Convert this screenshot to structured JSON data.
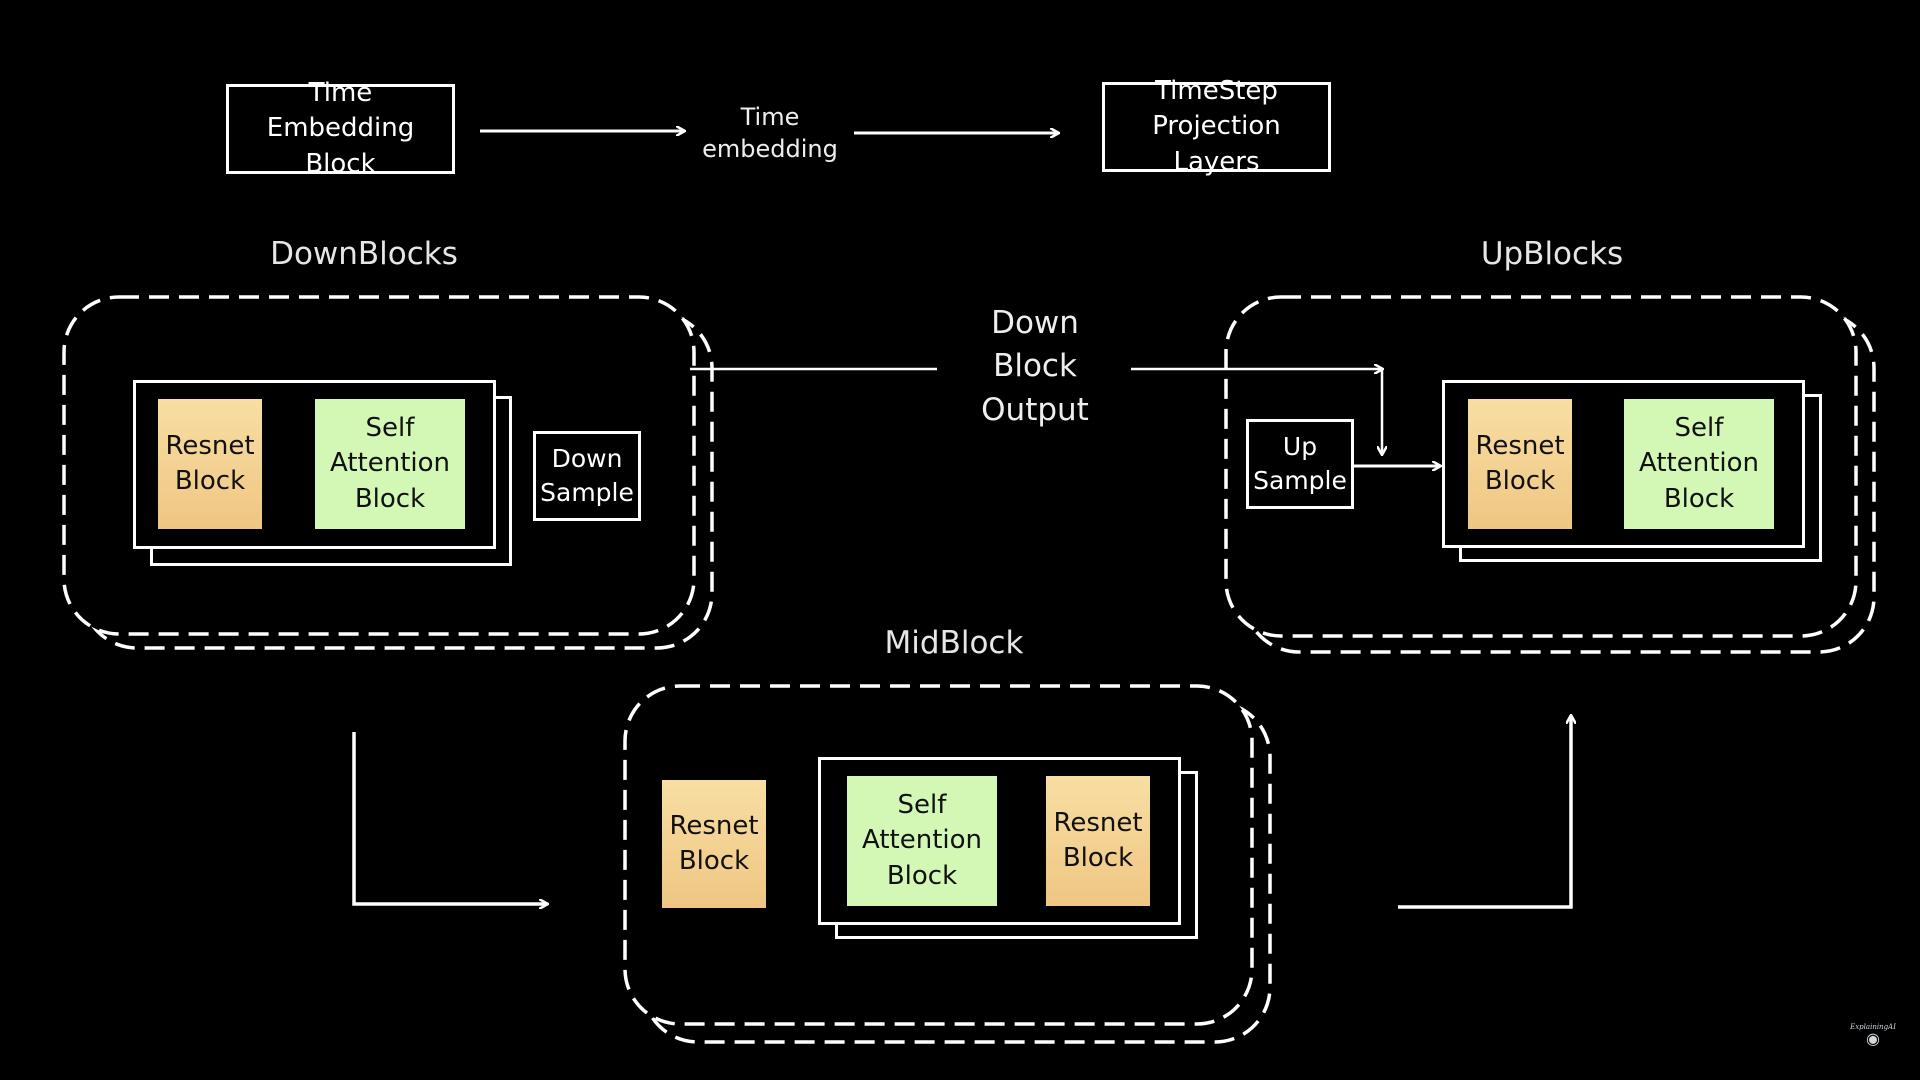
{
  "top": {
    "time_embedding_block": "Time Embedding Block",
    "time_embedding_label": "Time embedding",
    "timestep_projection": "TimeStep Projection Layers"
  },
  "down": {
    "title": "DownBlocks",
    "resnet": "Resnet Block",
    "attention": "Self Attention Block",
    "downsample": "Down Sample"
  },
  "connector": {
    "down_block_output": "Down Block Output"
  },
  "up": {
    "title": "UpBlocks",
    "upsample": "Up Sample",
    "resnet": "Resnet Block",
    "attention": "Self Attention Block"
  },
  "mid": {
    "title": "MidBlock",
    "resnet_first": "Resnet Block",
    "attention": "Self Attention Block",
    "resnet_second": "Resnet Block"
  },
  "colors": {
    "background": "#000000",
    "line": "#ffffff",
    "resnet_fill": "#f5d699",
    "attention_fill": "#d3f8b6"
  },
  "watermark": {
    "icon": "channel-logo-icon",
    "text": "ExplainingAI"
  }
}
